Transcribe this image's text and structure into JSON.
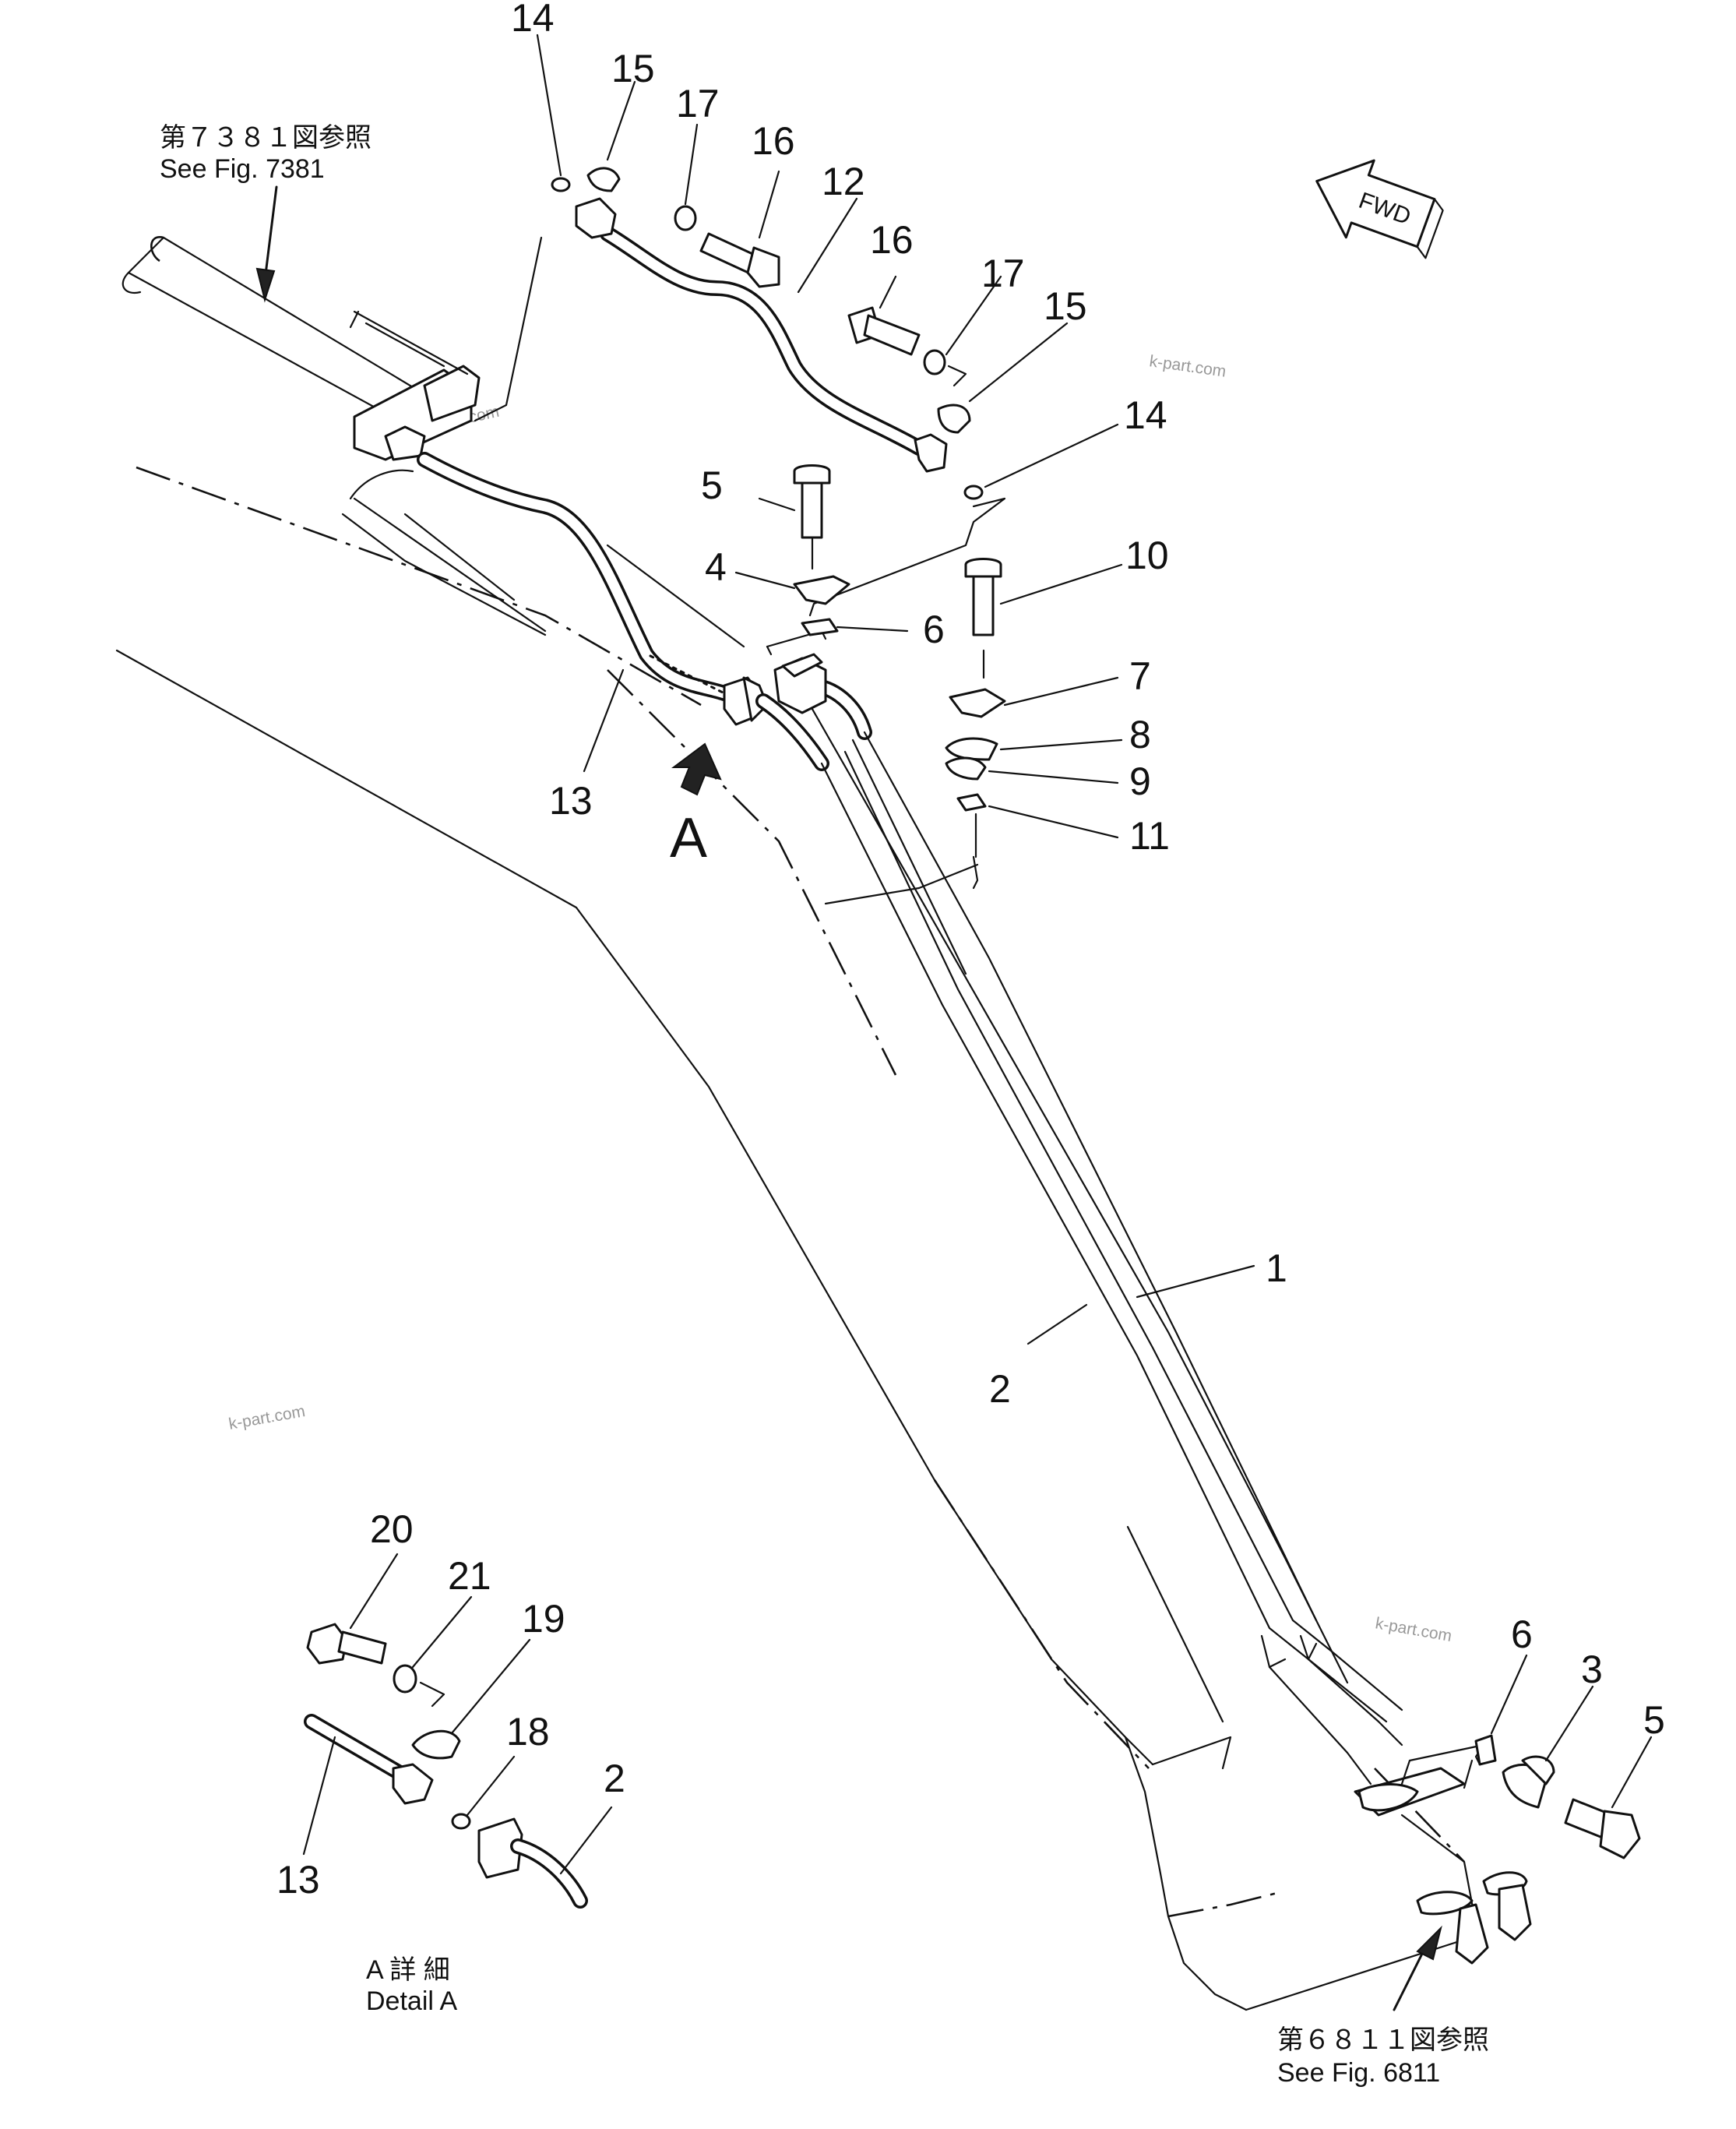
{
  "title": "",
  "references": {
    "top_jp": "第７３８１図参照",
    "top_en": "See Fig. 7381",
    "bottom_jp": "第６８１１図参照",
    "bottom_en": "See Fig. 6811"
  },
  "detail": {
    "marker": "A",
    "caption_jp": "A 詳 細",
    "caption_en": "Detail A"
  },
  "fwd_label": "FWD",
  "watermark": "k-part.com",
  "callouts": {
    "c14a": "14",
    "c15a": "15",
    "c17a": "17",
    "c16a": "16",
    "c12": "12",
    "c16b": "16",
    "c17b": "17",
    "c15b": "15",
    "c14b": "14",
    "c5a": "5",
    "c4": "4",
    "c6a": "6",
    "c10": "10",
    "c7": "7",
    "c8": "8",
    "c9": "9",
    "c11": "11",
    "c13a": "13",
    "c1": "1",
    "c2a": "2",
    "c6b": "6",
    "c3": "3",
    "c5b": "5",
    "c20": "20",
    "c21": "21",
    "c19": "19",
    "c18": "18",
    "c2b": "2",
    "c13b": "13"
  }
}
